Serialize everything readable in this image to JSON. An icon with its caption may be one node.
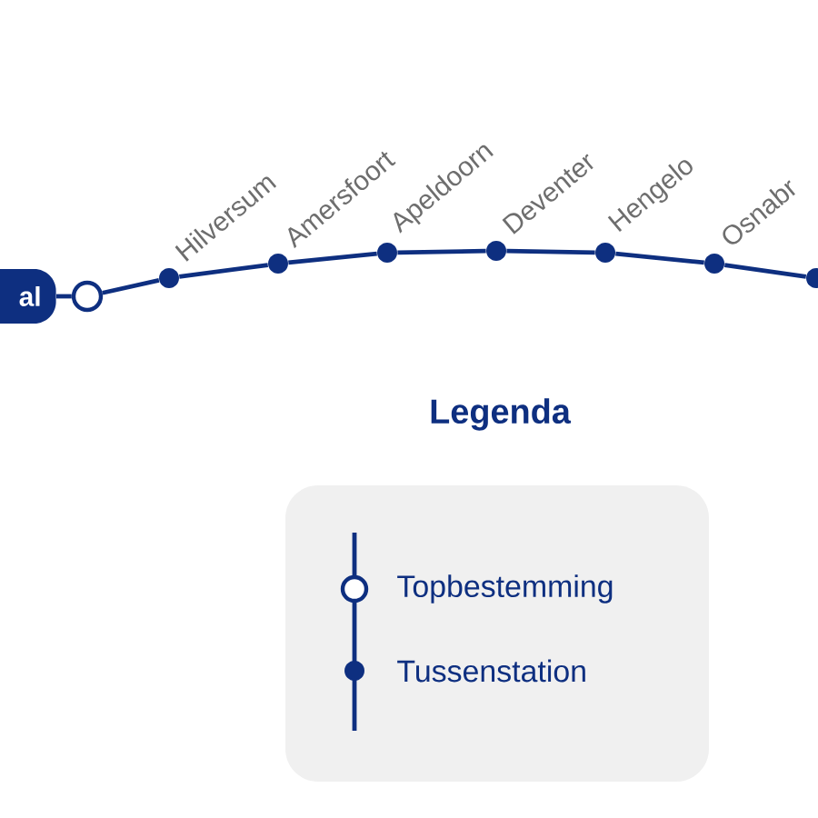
{
  "diagram": {
    "nodes": [
      {
        "text": [
          "al"
        ]
      },
      {
        "text": [],
        "shape": "circle"
      },
      {
        "text": [],
        "shape": "circle",
        "beside": [
          "Hilversum"
        ]
      },
      {
        "text": [],
        "shape": "circle",
        "beside": [
          "Amersfoort"
        ]
      },
      {
        "text": [],
        "shape": "circle",
        "beside": [
          "Apeldoorn"
        ]
      },
      {
        "text": [],
        "shape": "circle",
        "beside": [
          "Deventer"
        ]
      },
      {
        "text": [],
        "shape": "circle",
        "beside": [
          "Hengelo"
        ]
      },
      {
        "text": [],
        "shape": "circle",
        "beside": [
          "Osnabr"
        ]
      },
      {
        "text": [],
        "shape": "circle"
      }
    ],
    "edges": [
      {
        "from": 0,
        "to": 1,
        "arrow": "none"
      },
      {
        "from": 1,
        "to": 2,
        "arrow": "none"
      },
      {
        "from": 2,
        "to": 3,
        "arrow": "none"
      },
      {
        "from": 3,
        "to": 4,
        "arrow": "none"
      },
      {
        "from": 4,
        "to": 5,
        "arrow": "none"
      },
      {
        "from": 5,
        "to": 6,
        "arrow": "none"
      },
      {
        "from": 6,
        "to": 7,
        "arrow": "none"
      },
      {
        "from": 7,
        "to": 8,
        "arrow": "none"
      }
    ],
    "labels": [
      "Legenda"
    ],
    "legend": [
      {
        "text": "Topbestemming"
      },
      {
        "text": "Tussenstation"
      }
    ]
  }
}
